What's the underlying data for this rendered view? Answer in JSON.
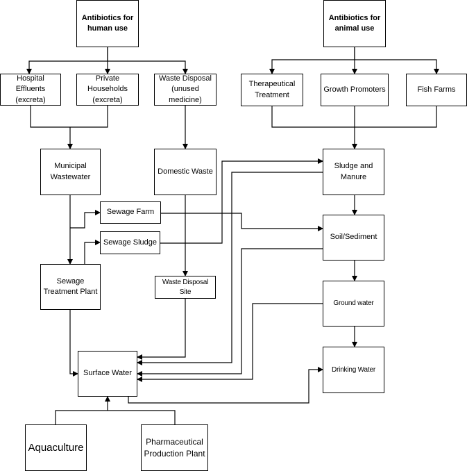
{
  "nodes": {
    "antibiotics_human": "Antibiotics for\nhuman use",
    "antibiotics_animal": "Antibiotics for\nanimal use",
    "hospital_effluents": "Hospital Effluents\n(excreta)",
    "private_households": "Private\nHouseholds\n(excreta)",
    "waste_disposal": "Waste Disposal\n(unused medicine)",
    "therapeutical_treatment": "Therapeutical\nTreatment",
    "growth_promoters": "Growth Promoters",
    "fish_farms": "Fish Farms",
    "municipal_wastewater": "Municipal\nWastewater",
    "domestic_waste": "Domestic Waste",
    "sludge_manure": "Sludge and\nManure",
    "sewage_farm": "Sewage Farm",
    "sewage_sludge": "Sewage Sludge",
    "soil_sediment": "Soil/Sediment",
    "sewage_treatment_plant": "Sewage\nTreatment Plant",
    "waste_disposal_site": "Waste Disposal\nSite",
    "ground_water": "Ground water",
    "surface_water": "Surface Water",
    "drinking_water": "Drinking Water",
    "aquaculture": "Aquaculture",
    "pharmaceutical_plant": "Pharmaceutical\nProduction Plant"
  }
}
